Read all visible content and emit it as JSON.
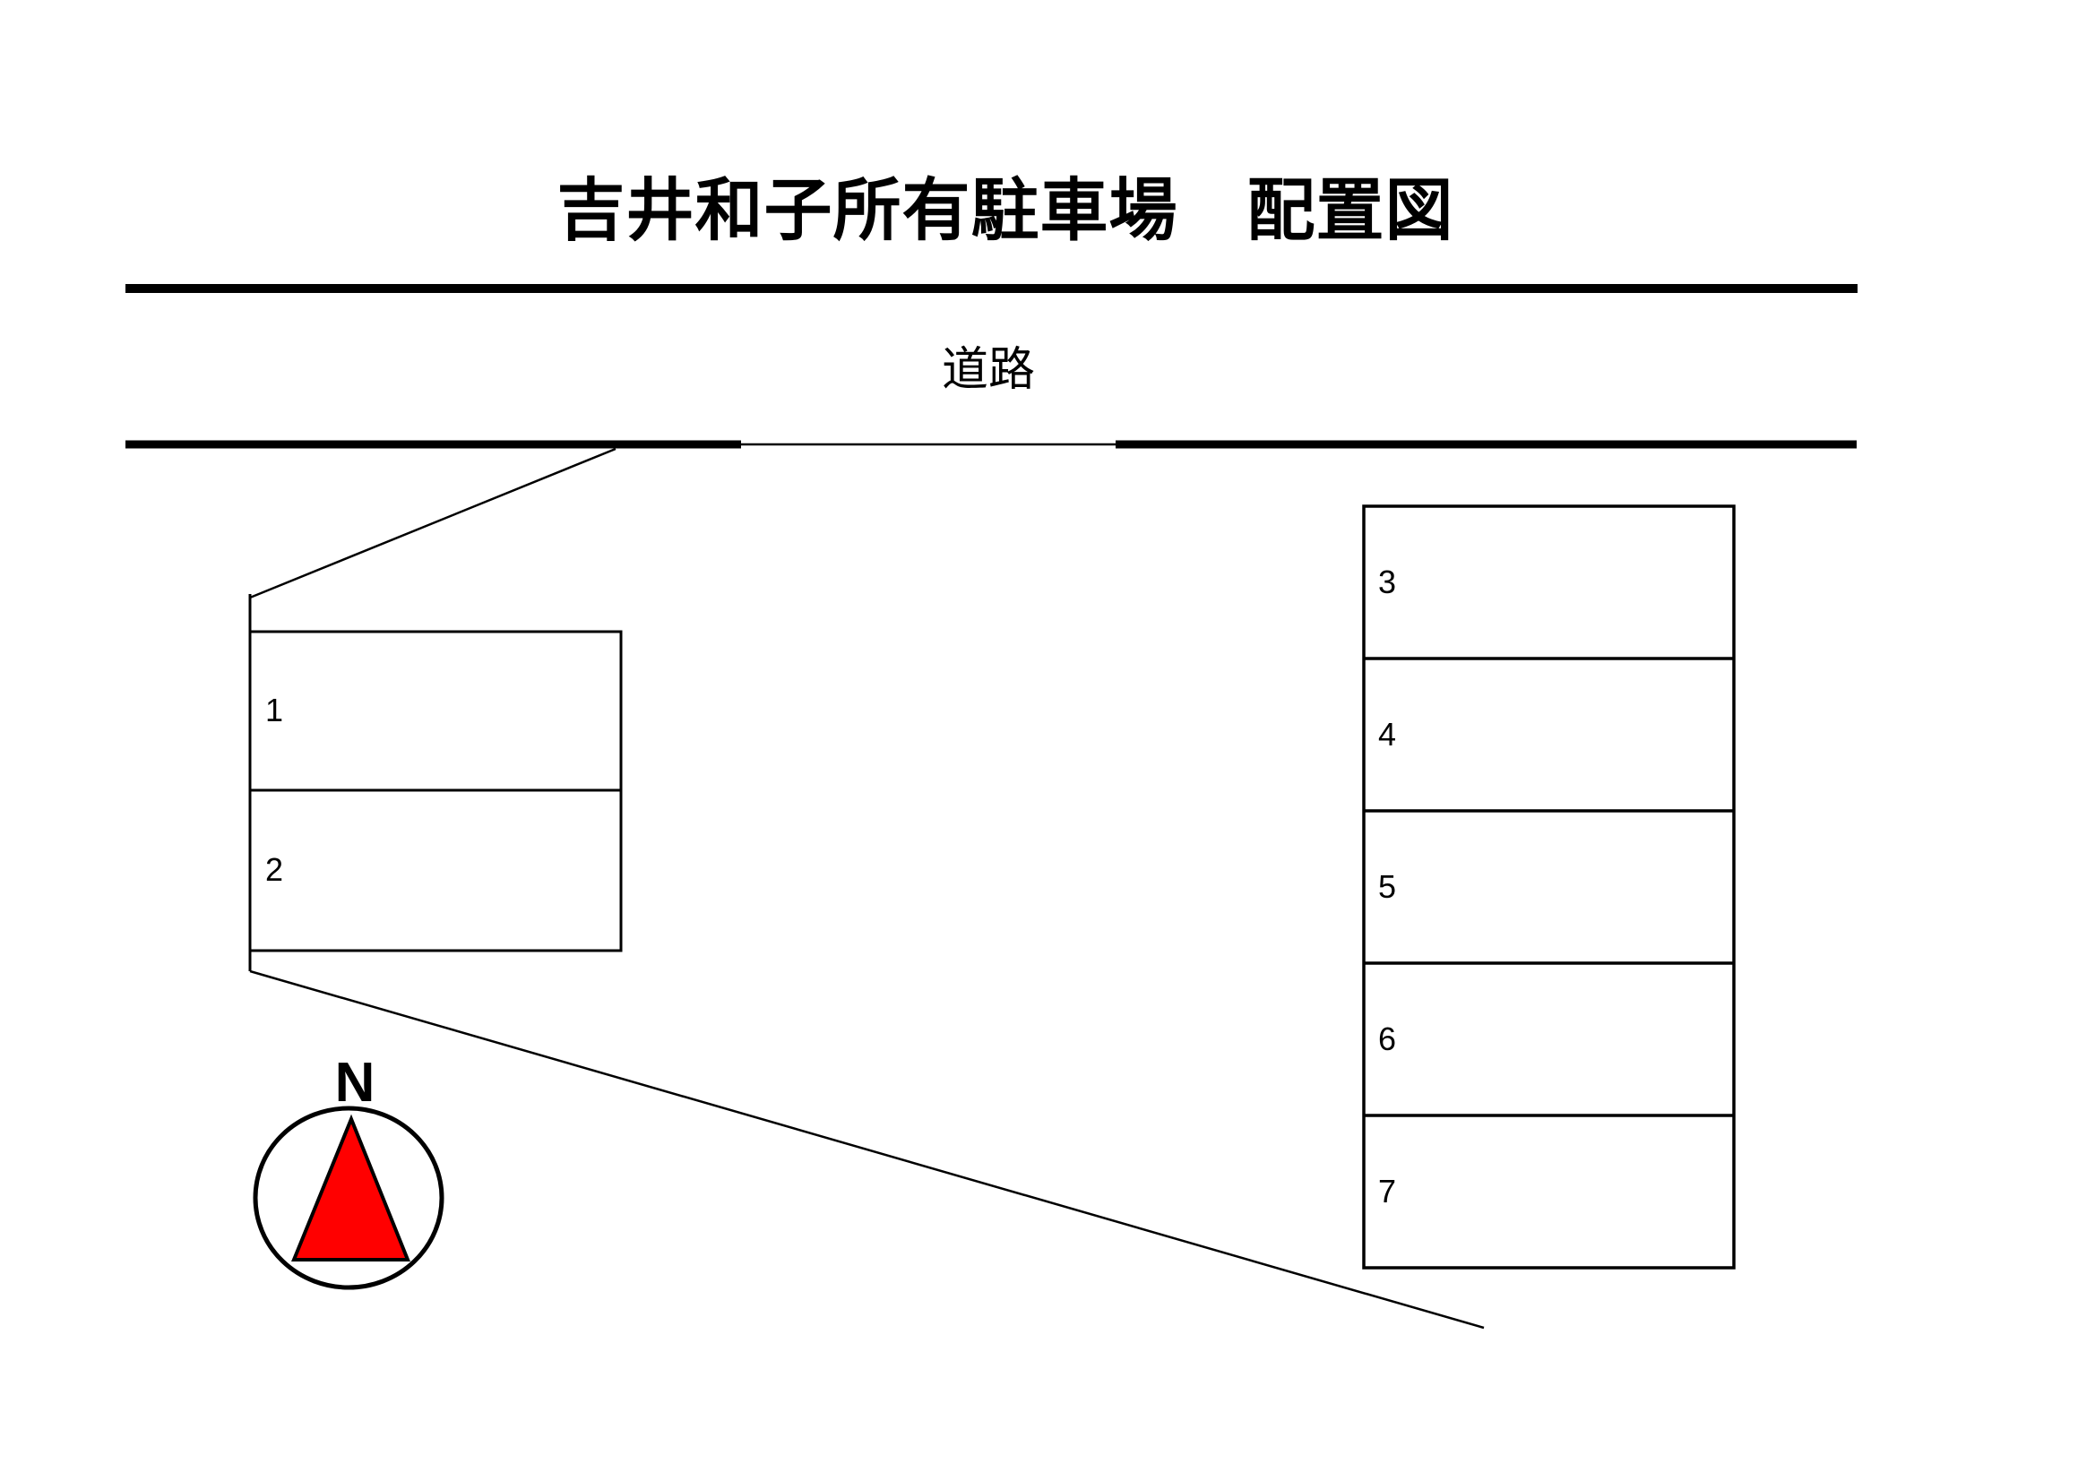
{
  "title": "吉井和子所有駐車場　配置図",
  "road": {
    "label": "道路"
  },
  "compass": {
    "label": "N",
    "arrow_color": "#ff0000",
    "outline_color": "#000000"
  },
  "left_block": {
    "spaces": [
      {
        "label": "1"
      },
      {
        "label": "2"
      }
    ]
  },
  "right_block": {
    "spaces": [
      {
        "label": "3"
      },
      {
        "label": "4"
      },
      {
        "label": "5"
      },
      {
        "label": "6"
      },
      {
        "label": "7"
      }
    ]
  },
  "colors": {
    "line": "#000000",
    "background": "#ffffff"
  }
}
